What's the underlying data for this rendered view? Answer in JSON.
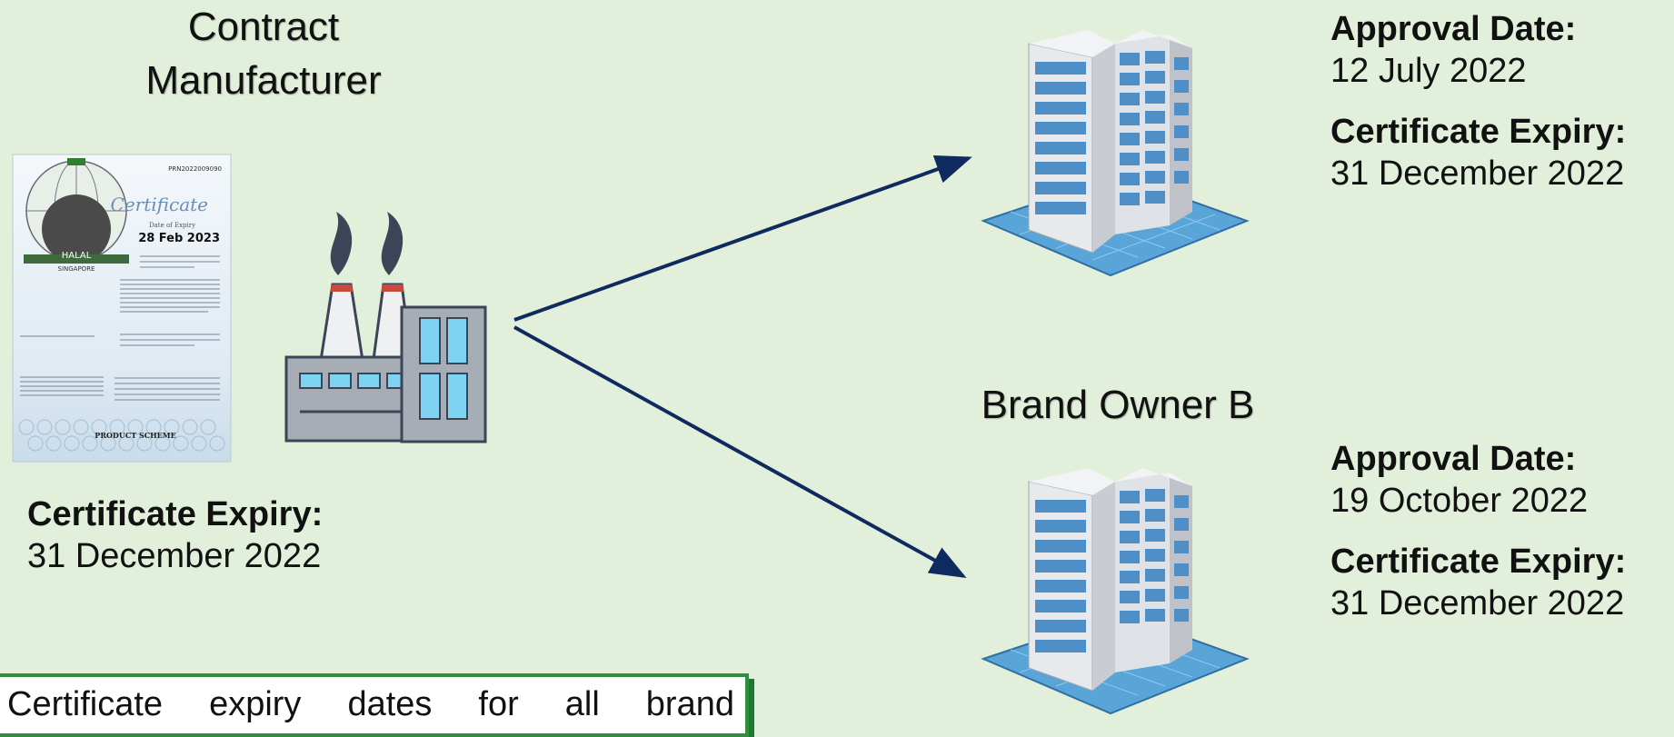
{
  "manufacturer": {
    "title": "Contract Manufacturer",
    "expiry_label": "Certificate Expiry:",
    "expiry_value": "31 December 2022"
  },
  "certificate_image": {
    "ref_number": "PRN2022009090",
    "heading": "Certificate",
    "date_label": "Date of Expiry",
    "date_value": "28 Feb 2023",
    "seal_text": "HALAL",
    "seal_country": "SINGAPORE",
    "scheme": "PRODUCT SCHEME"
  },
  "brand_owner_a": {
    "approval_label": "Approval Date:",
    "approval_value": "12 July 2022",
    "expiry_label": "Certificate Expiry:",
    "expiry_value": "31 December 2022"
  },
  "brand_owner_b": {
    "title": "Brand Owner B",
    "approval_label": "Approval Date:",
    "approval_value": "19 October 2022",
    "expiry_label": "Certificate Expiry:",
    "expiry_value": "31 December 2022"
  },
  "note": {
    "text": "Certificate expiry dates for all brand"
  },
  "colors": {
    "background": "#e2efda",
    "arrow": "#0f2a5f",
    "note_border": "#2f8f3f"
  }
}
